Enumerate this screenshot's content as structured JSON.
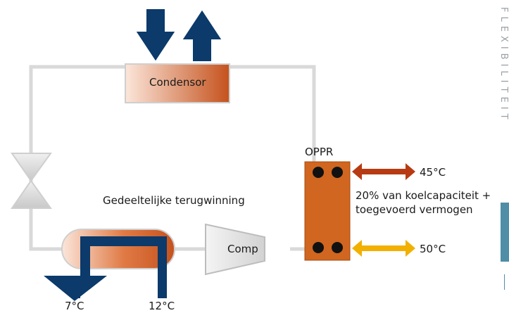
{
  "components": {
    "condenser": "Condensor",
    "compressor": "Comp",
    "heat_exchanger": "OPPR"
  },
  "labels": {
    "partial_recovery": "Gedeeltelijke terugwinning",
    "capacity_line1": "20% van koelcapaciteit +",
    "capacity_line2": "toegevoerd vermogen",
    "temp_hot": "45°C",
    "temp_warm": "50°C",
    "temp_out": "7°C",
    "temp_in": "12°C"
  },
  "side": {
    "vertical_text": "FLEXIBILITEIT"
  },
  "colors": {
    "pipe": "#d9d9d9",
    "navy_arrow": "#0b3a6b",
    "hot_arrow": "#b83a12",
    "warm_arrow": "#f2b000",
    "exchanger": "#d0661f",
    "condenser_gradient_end": "#c5521d",
    "accent_tab": "#4f8ea6"
  }
}
